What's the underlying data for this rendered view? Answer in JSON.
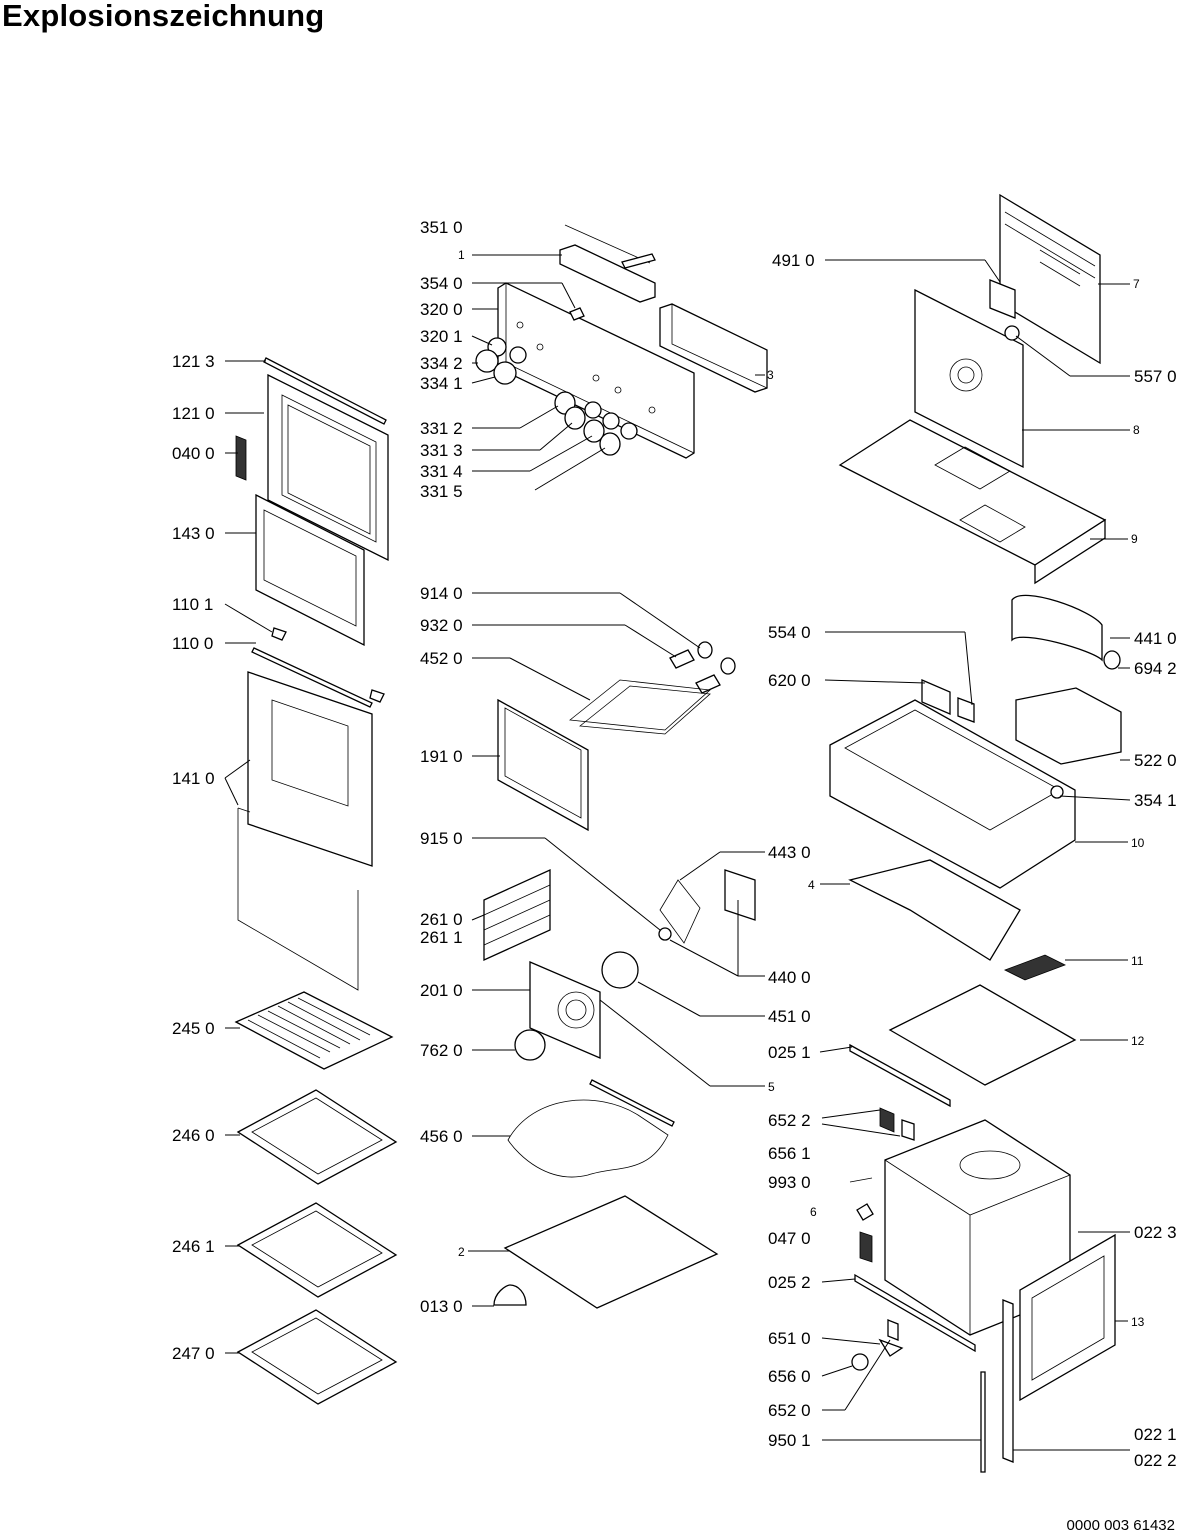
{
  "title": "Explosionszeichnung",
  "document_number": "0000 003 61432",
  "labels": {
    "l3510": "351 0",
    "l1": "1",
    "l3540": "354 0",
    "l3200": "320 0",
    "l3201": "320 1",
    "l3342": "334 2",
    "l3341": "334 1",
    "l3": "3",
    "l3312": "331 2",
    "l3313": "331 3",
    "l3314": "331 4",
    "l3315": "331 5",
    "l1213": "121 3",
    "l1210": "121 0",
    "l0400": "040 0",
    "l1430": "143 0",
    "l1101": "110 1",
    "l1100": "110 0",
    "l1410": "141 0",
    "l2450": "245 0",
    "l2460": "246 0",
    "l2461": "246 1",
    "l2470": "247 0",
    "l4910": "491 0",
    "l7": "7",
    "l5570": "557 0",
    "l8": "8",
    "l9": "9",
    "l9140": "914 0",
    "l9320": "932 0",
    "l4520": "452 0",
    "l1910": "191 0",
    "l5540": "554 0",
    "l4410": "441 0",
    "l6942": "694 2",
    "l6200": "620 0",
    "l5220": "522 0",
    "l3541": "354 1",
    "l9150": "915 0",
    "l4430": "443 0",
    "l10": "10",
    "l2610": "261 0",
    "l2611": "261 1",
    "l4": "4",
    "l4400": "440 0",
    "l2010": "201 0",
    "l4510": "451 0",
    "l11": "11",
    "l7620": "762 0",
    "l0251": "025 1",
    "l12": "12",
    "l5": "5",
    "l6522": "652 2",
    "l4560": "456 0",
    "l6561": "656 1",
    "l9930": "993 0",
    "l6": "6",
    "l0470": "047 0",
    "l0223": "022 3",
    "l2": "2",
    "l0252": "025 2",
    "l0130": "013 0",
    "l13": "13",
    "l6510": "651 0",
    "l6560": "656 0",
    "l6520": "652 0",
    "l9501": "950 1",
    "l0221": "022 1",
    "l0222": "022 2"
  }
}
